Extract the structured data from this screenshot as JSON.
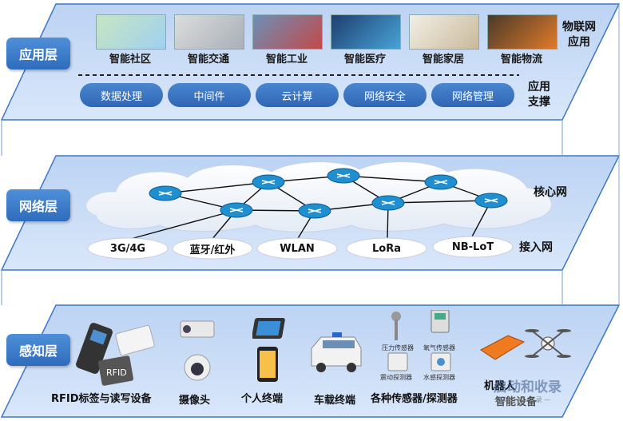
{
  "layers": {
    "application": {
      "tag": "应用层",
      "apps": [
        "智能社区",
        "智能交通",
        "智能工业",
        "智能医疗",
        "智能家居",
        "智能物流"
      ],
      "side_label_1": "物联网",
      "side_label_2": "应用",
      "support": [
        "数据处理",
        "中间件",
        "云计算",
        "网络安全",
        "网络管理"
      ],
      "support_label_1": "应用",
      "support_label_2": "支撑"
    },
    "network": {
      "tag": "网络层",
      "core_label": "核心网",
      "access": [
        "3G/4G",
        "蓝牙/红外",
        "WLAN",
        "LoRa",
        "NB-LoT"
      ],
      "access_label": "接入网"
    },
    "perception": {
      "tag": "感知层",
      "devices": [
        "RFID标签与读写设备",
        "摄像头",
        "个人终端",
        "车载终端",
        "各种传感器/探测器"
      ],
      "sensor_labels": [
        "压力传感器",
        "氧气传感器",
        "震动探测器",
        "水感探测器"
      ],
      "robot_label": "机器人",
      "smart_device_label": "智能设备"
    }
  },
  "watermark": {
    "text": "启动和收录",
    "sub": "一 次 一 劳 收 录 —"
  },
  "colors": {
    "layer_fill": "#cfe0f7",
    "layer_stroke": "#3d78c6",
    "tag": "#3a7bcc",
    "pill": "#3b74c2"
  }
}
